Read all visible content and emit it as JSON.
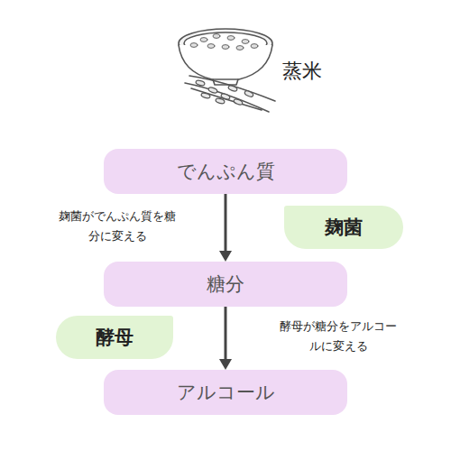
{
  "diagram": {
    "nodes": [
      {
        "text": [
          "でんぷん質"
        ]
      },
      {
        "text": [
          "麹菌"
        ]
      },
      {
        "text": [
          "糖分"
        ]
      },
      {
        "text": [
          "酵母"
        ]
      },
      {
        "text": [
          "アルコール"
        ]
      }
    ],
    "edges": [
      {
        "from": 0,
        "to": 2,
        "arrow": "to",
        "label": "麹菌がでんぷん質を糖分に変える"
      },
      {
        "from": 2,
        "to": 4,
        "arrow": "to",
        "label": "酵母が糖分をアルコールに変える"
      }
    ],
    "labels": [
      "蒸米"
    ]
  }
}
